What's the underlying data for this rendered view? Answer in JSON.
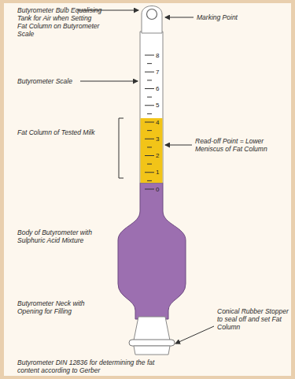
{
  "diagram": {
    "caption": "Butyrometer DIN 12836 for determining the fat content according to Gerber",
    "labels": [
      "Butyrometer Bulb Equalising Tank for Air when Setting Fat Column on Butyrometer Scale",
      "Marking Point",
      "Butyrometer Scale",
      "Fat Column of Tested Milk",
      "Read-off Point = Lower Meniscus of Fat Column",
      "Body of Butyrometer with Sulphuric Acid Mixture",
      "Butyrometer Neck with Opening for Filling",
      "Conical Rubber Stopper to seal off and set Fat Column",
      "8",
      "7",
      "6",
      "5",
      "4",
      "3",
      "2",
      "1",
      "0"
    ]
  }
}
